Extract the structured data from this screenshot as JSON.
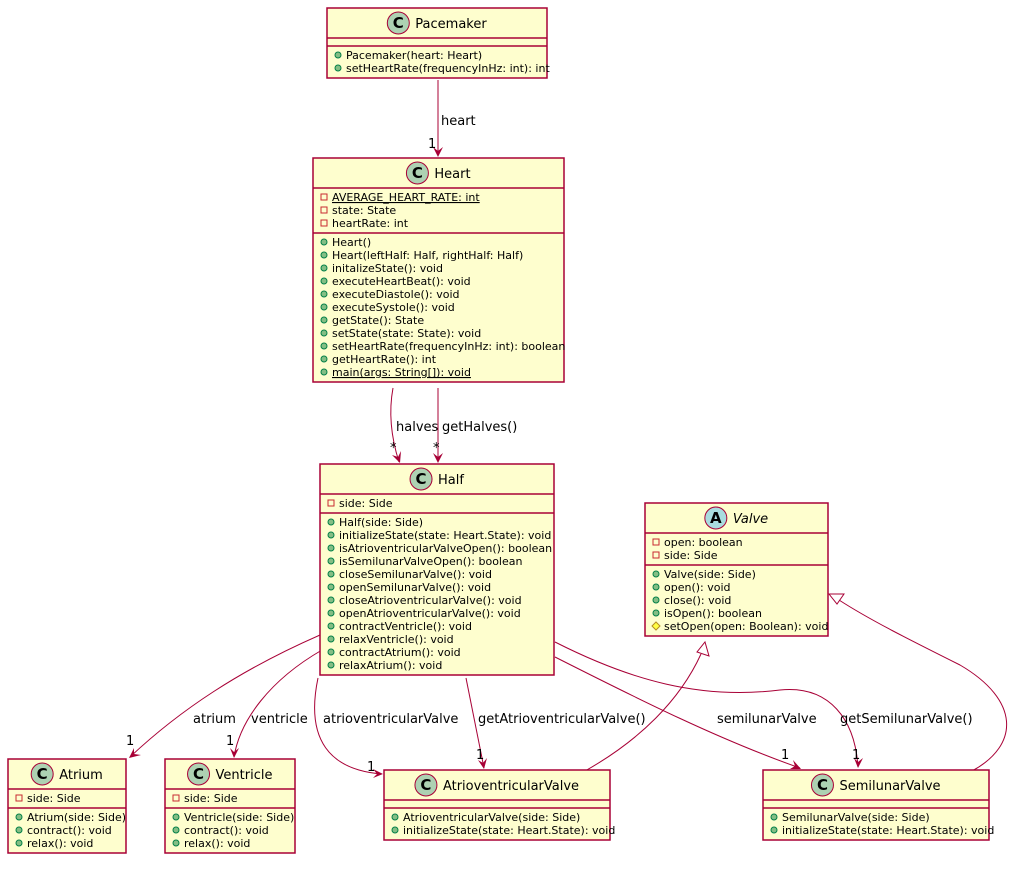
{
  "classes": {
    "pacemaker": {
      "name": "Pacemaker",
      "kind": "C",
      "fields": [],
      "methods": [
        {
          "vis": "public",
          "text": "Pacemaker(heart: Heart)"
        },
        {
          "vis": "public",
          "text": "setHeartRate(frequencyInHz: int): int"
        }
      ]
    },
    "heart": {
      "name": "Heart",
      "kind": "C",
      "fields": [
        {
          "vis": "private",
          "text": "AVERAGE_HEART_RATE: int",
          "static": true
        },
        {
          "vis": "private",
          "text": "state: State"
        },
        {
          "vis": "private",
          "text": "heartRate: int"
        }
      ],
      "methods": [
        {
          "vis": "public",
          "text": "Heart()"
        },
        {
          "vis": "public",
          "text": "Heart(leftHalf: Half, rightHalf: Half)"
        },
        {
          "vis": "public",
          "text": "initalizeState(): void"
        },
        {
          "vis": "public",
          "text": "executeHeartBeat(): void"
        },
        {
          "vis": "public",
          "text": "executeDiastole(): void"
        },
        {
          "vis": "public",
          "text": "executeSystole(): void"
        },
        {
          "vis": "public",
          "text": "getState(): State"
        },
        {
          "vis": "public",
          "text": "setState(state: State): void"
        },
        {
          "vis": "public",
          "text": "setHeartRate(frequencyInHz: int): boolean"
        },
        {
          "vis": "public",
          "text": "getHeartRate(): int"
        },
        {
          "vis": "public",
          "text": "main(args: String[]): void",
          "static": true
        }
      ]
    },
    "half": {
      "name": "Half",
      "kind": "C",
      "fields": [
        {
          "vis": "private",
          "text": "side: Side"
        }
      ],
      "methods": [
        {
          "vis": "public",
          "text": "Half(side: Side)"
        },
        {
          "vis": "public",
          "text": "initializeState(state: Heart.State): void"
        },
        {
          "vis": "public",
          "text": "isAtrioventricularValveOpen(): boolean"
        },
        {
          "vis": "public",
          "text": "isSemilunarValveOpen(): boolean"
        },
        {
          "vis": "public",
          "text": "closeSemilunarValve(): void"
        },
        {
          "vis": "public",
          "text": "openSemilunarValve(): void"
        },
        {
          "vis": "public",
          "text": "closeAtrioventricularValve(): void"
        },
        {
          "vis": "public",
          "text": "openAtrioventricularValve(): void"
        },
        {
          "vis": "public",
          "text": "contractVentricle(): void"
        },
        {
          "vis": "public",
          "text": "relaxVentricle(): void"
        },
        {
          "vis": "public",
          "text": "contractAtrium(): void"
        },
        {
          "vis": "public",
          "text": "relaxAtrium(): void"
        }
      ]
    },
    "valve": {
      "name": "Valve",
      "kind": "A",
      "fields": [
        {
          "vis": "private",
          "text": "open: boolean"
        },
        {
          "vis": "private",
          "text": "side: Side"
        }
      ],
      "methods": [
        {
          "vis": "public",
          "text": "Valve(side: Side)"
        },
        {
          "vis": "public",
          "text": "open(): void"
        },
        {
          "vis": "public",
          "text": "close(): void"
        },
        {
          "vis": "public",
          "text": "isOpen(): boolean"
        },
        {
          "vis": "protected",
          "text": "setOpen(open: Boolean): void"
        }
      ]
    },
    "atrium": {
      "name": "Atrium",
      "kind": "C",
      "fields": [
        {
          "vis": "private",
          "text": "side: Side"
        }
      ],
      "methods": [
        {
          "vis": "public",
          "text": "Atrium(side: Side)"
        },
        {
          "vis": "public",
          "text": "contract(): void"
        },
        {
          "vis": "public",
          "text": "relax(): void"
        }
      ]
    },
    "ventricle": {
      "name": "Ventricle",
      "kind": "C",
      "fields": [
        {
          "vis": "private",
          "text": "side: Side"
        }
      ],
      "methods": [
        {
          "vis": "public",
          "text": "Ventricle(side: Side)"
        },
        {
          "vis": "public",
          "text": "contract(): void"
        },
        {
          "vis": "public",
          "text": "relax(): void"
        }
      ]
    },
    "atrioventricular": {
      "name": "AtrioventricularValve",
      "kind": "C",
      "fields": [],
      "methods": [
        {
          "vis": "public",
          "text": "AtrioventricularValve(side: Side)"
        },
        {
          "vis": "public",
          "text": "initializeState(state: Heart.State): void"
        }
      ]
    },
    "semilunar": {
      "name": "SemilunarValve",
      "kind": "C",
      "fields": [],
      "methods": [
        {
          "vis": "public",
          "text": "SemilunarValve(side: Side)"
        },
        {
          "vis": "public",
          "text": "initializeState(state: Heart.State): void"
        }
      ]
    }
  },
  "relations": {
    "pacemaker_heart": {
      "label": "heart",
      "mult": "1"
    },
    "heart_half_a": {
      "label": "halves",
      "mult": "*"
    },
    "heart_half_b": {
      "label": "getHalves()",
      "mult": "*"
    },
    "half_atrium": {
      "label": "atrium",
      "mult": "1"
    },
    "half_ventricle": {
      "label": "ventricle",
      "mult": "1"
    },
    "half_av_a": {
      "label": "atrioventricularValve",
      "mult": "1"
    },
    "half_av_b": {
      "label": "getAtrioventricularValve()",
      "mult": "1"
    },
    "half_sv_a": {
      "label": "semilunarValve",
      "mult": "1"
    },
    "half_sv_b": {
      "label": "getSemilunarValve()",
      "mult": "1"
    }
  },
  "colors": {
    "class_fill": "#FEFECE",
    "border": "#A80036",
    "class_circle": "#ADD1B2",
    "abstract_circle": "#A9DCDF"
  }
}
